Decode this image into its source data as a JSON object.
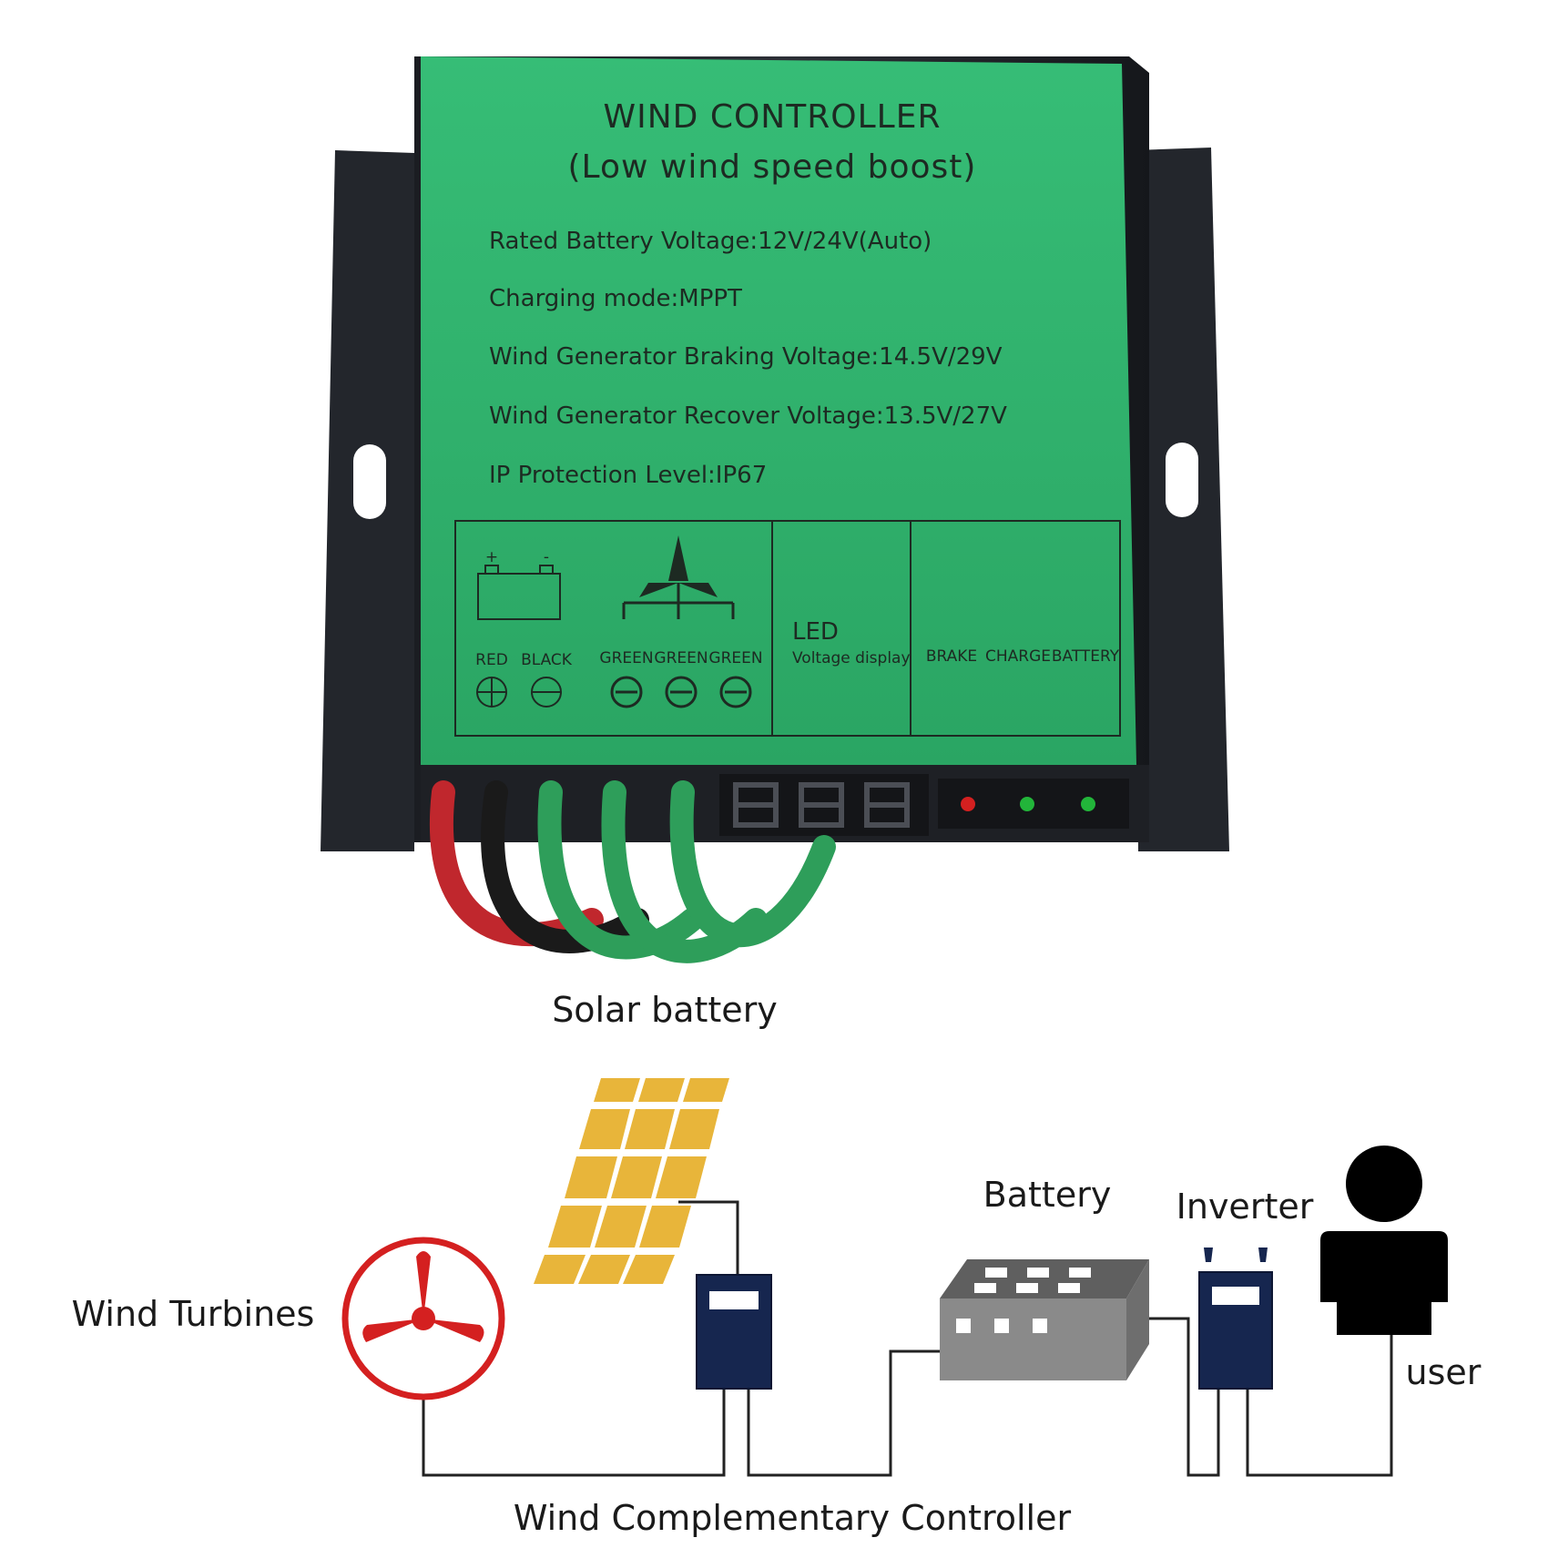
{
  "controller": {
    "title": "WIND CONTROLLER",
    "subtitle": "(Low wind speed  boost)",
    "specs": [
      "Rated Battery Voltage:12V/24V(Auto)",
      "Charging mode:MPPT",
      "Wind Generator Braking Voltage:14.5V/29V",
      "Wind Generator Recover Voltage:13.5V/27V",
      "IP Protection Level:IP67"
    ],
    "battery_terminals": {
      "plus": "+",
      "minus": "-",
      "red": "RED",
      "black": "BLACK"
    },
    "wind_terminals": [
      "GREEN",
      "GREEN",
      "GREEN"
    ],
    "led": {
      "title": "LED",
      "subtitle": "Voltage display"
    },
    "indicators": [
      "BRAKE",
      "CHARGE",
      "BATTERY"
    ],
    "indicator_colors": [
      "#d42020",
      "#22b53a",
      "#22b53a"
    ],
    "panel_color": "#2fb56e",
    "wire_colors": [
      "#c0272d",
      "#1a1a1a",
      "#2e9e5a",
      "#2e9e5a",
      "#2e9e5a"
    ]
  },
  "diagram": {
    "solar_label": "Solar battery",
    "wind_label": "Wind Turbines",
    "battery_label": "Battery",
    "inverter_label": "Inverter",
    "user_label": "user",
    "controller_label": "Wind Complementary Controller",
    "turbine_color": "#d42020",
    "solar_color": "#e8b53a",
    "device_color": "#16264f",
    "battery_color": "#8a8a8a"
  }
}
